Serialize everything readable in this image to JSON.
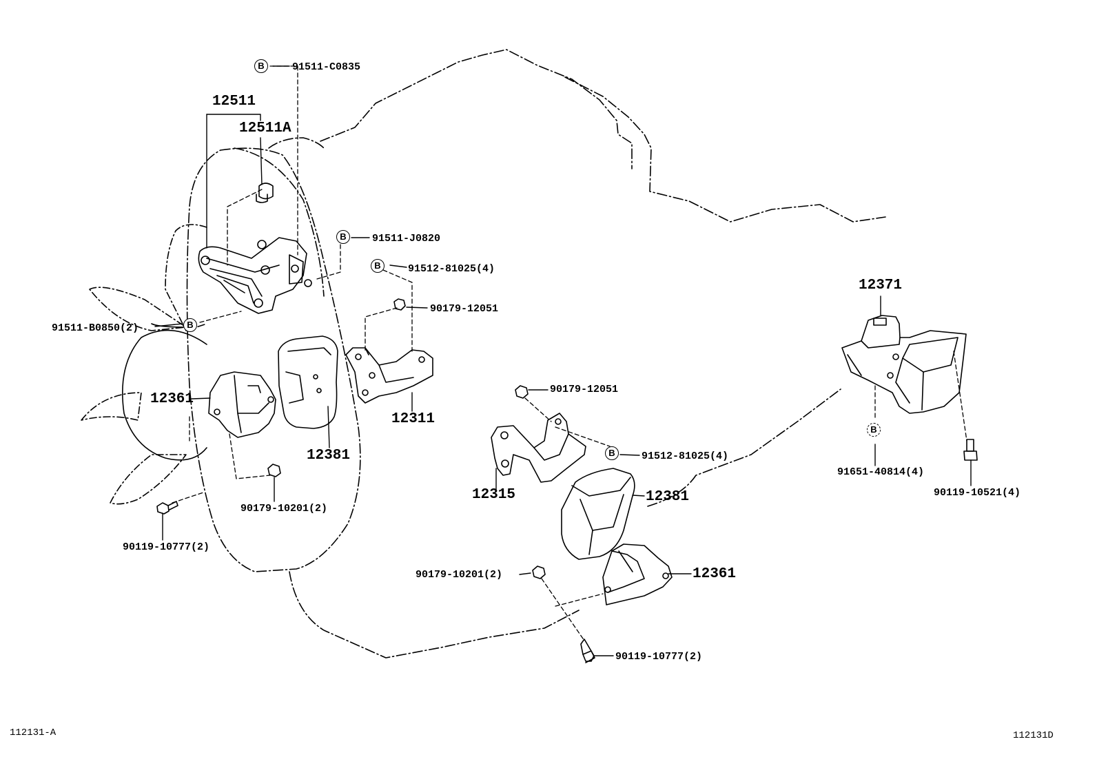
{
  "diagram": {
    "footer_left": "112131-A",
    "footer_right": "112131D",
    "marker_letter": "B",
    "labels": {
      "p12511": "12511",
      "p12511a": "12511A",
      "p12361_left": "12361",
      "p12381_left": "12381",
      "p12311": "12311",
      "p12315": "12315",
      "p12381_center": "12381",
      "p12361_center": "12361",
      "p12371": "12371",
      "b91511c0835": "91511-C0835",
      "b91511j0820": "91511-J0820",
      "b91512_81025_top": "91512-81025(4)",
      "n90179_12051_top": "90179-12051",
      "b91511b0850": "91511-B0850(2)",
      "n90179_10201_left": "90179-10201(2)",
      "s90119_10777_left": "90119-10777(2)",
      "n90179_12051_mid": "90179-12051",
      "b91512_81025_mid": "91512-81025(4)",
      "n90179_10201_center": "90179-10201(2)",
      "s90119_10777_center": "90119-10777(2)",
      "b91651_40814": "91651-40814(4)",
      "s90119_10521": "90119-10521(4)"
    }
  }
}
